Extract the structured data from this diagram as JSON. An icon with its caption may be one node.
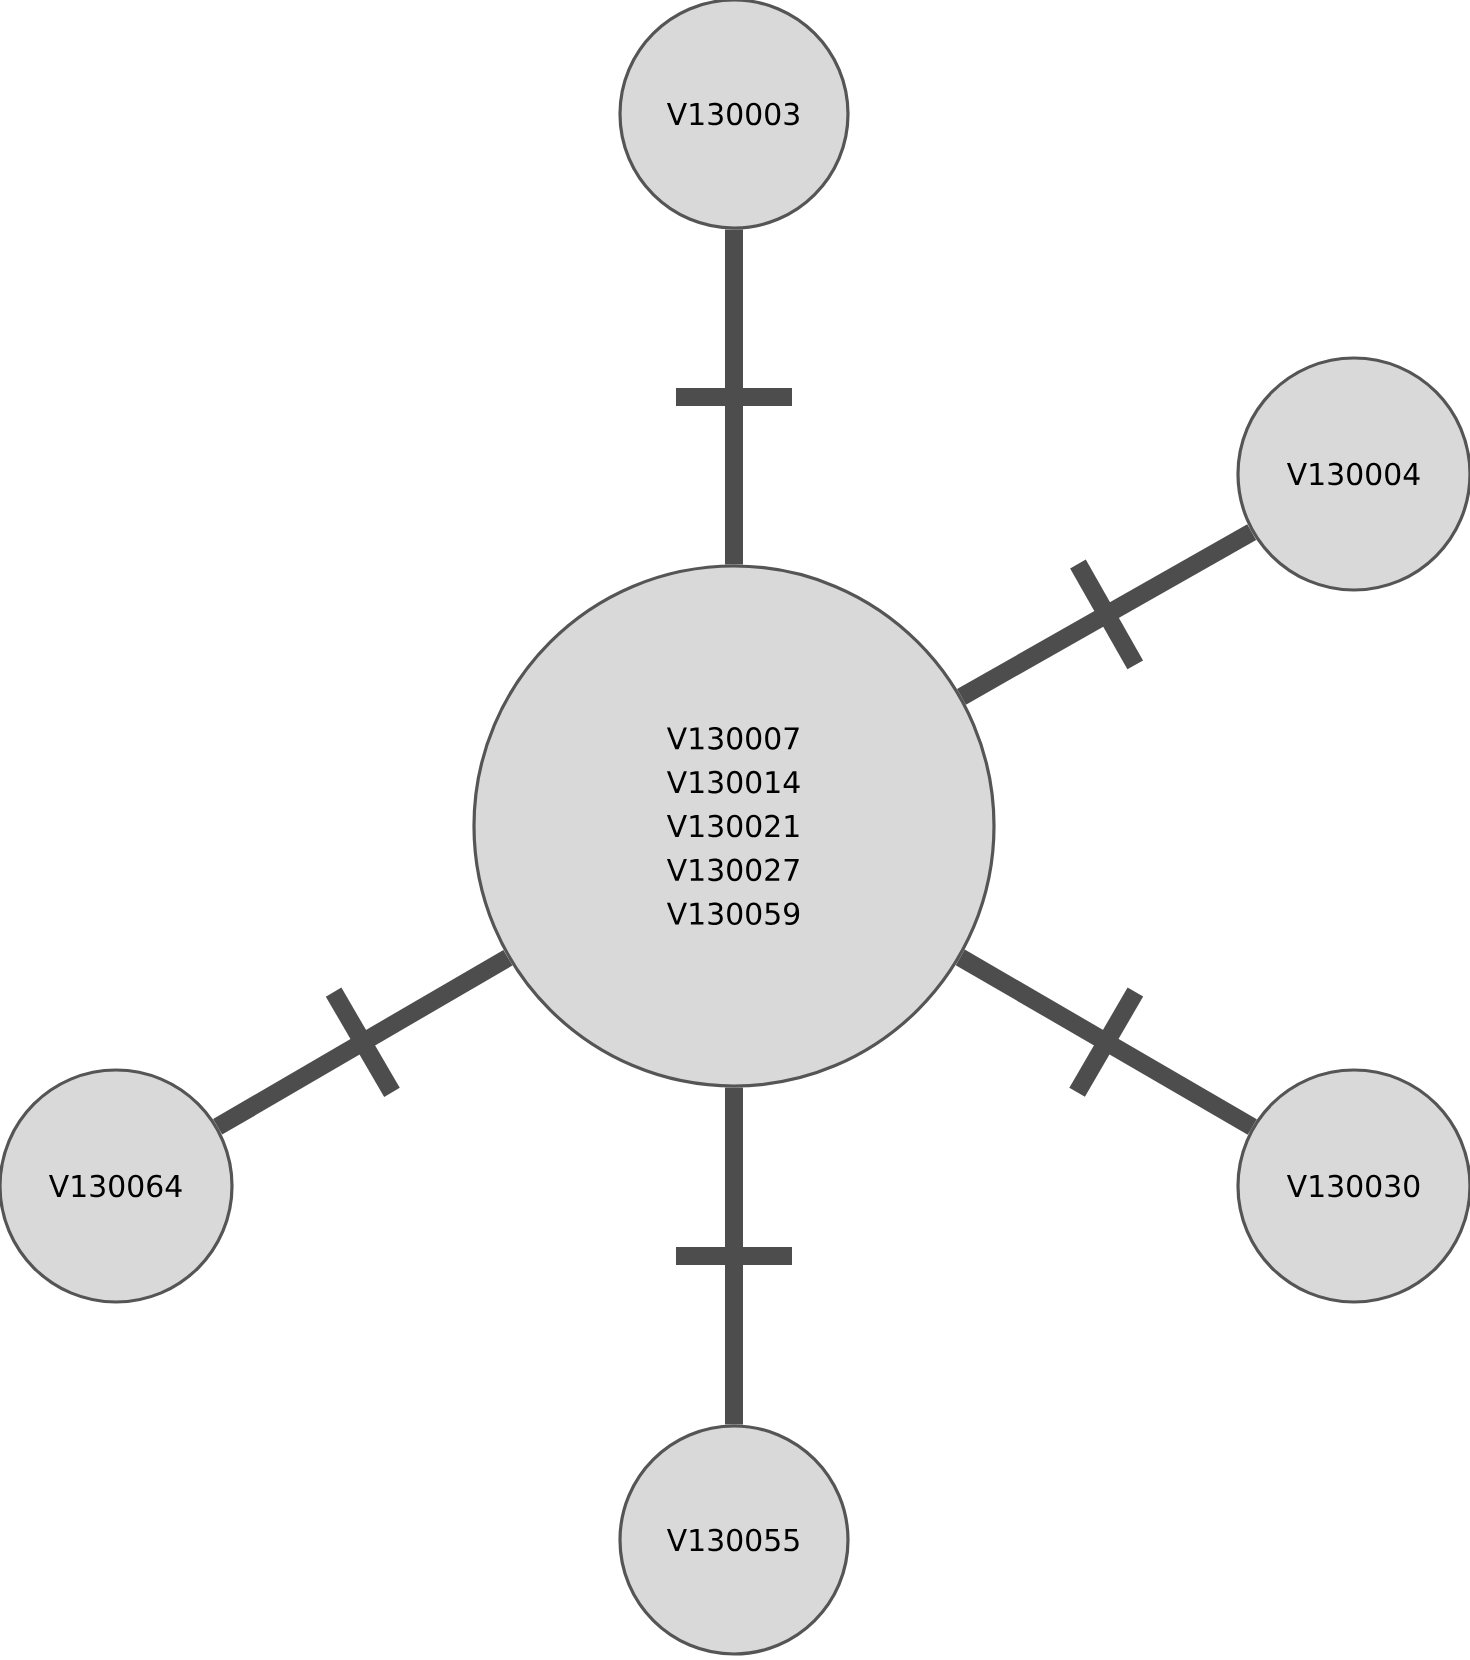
{
  "diagram": {
    "nodes": [
      {
        "text": [
          "V130007",
          "V130014",
          "V130021",
          "V130027",
          "V130059"
        ]
      },
      {
        "text": [
          "V130003"
        ]
      },
      {
        "text": [
          "V130004"
        ]
      },
      {
        "text": [
          "V130030"
        ]
      },
      {
        "text": [
          "V130055"
        ]
      },
      {
        "text": [
          "V130064"
        ]
      }
    ],
    "edges": [
      {
        "from": 0,
        "to": 1,
        "arrow": "none"
      },
      {
        "from": 0,
        "to": 2,
        "arrow": "none"
      },
      {
        "from": 0,
        "to": 3,
        "arrow": "none"
      },
      {
        "from": 0,
        "to": 4,
        "arrow": "none"
      },
      {
        "from": 0,
        "to": 5,
        "arrow": "none"
      }
    ]
  }
}
